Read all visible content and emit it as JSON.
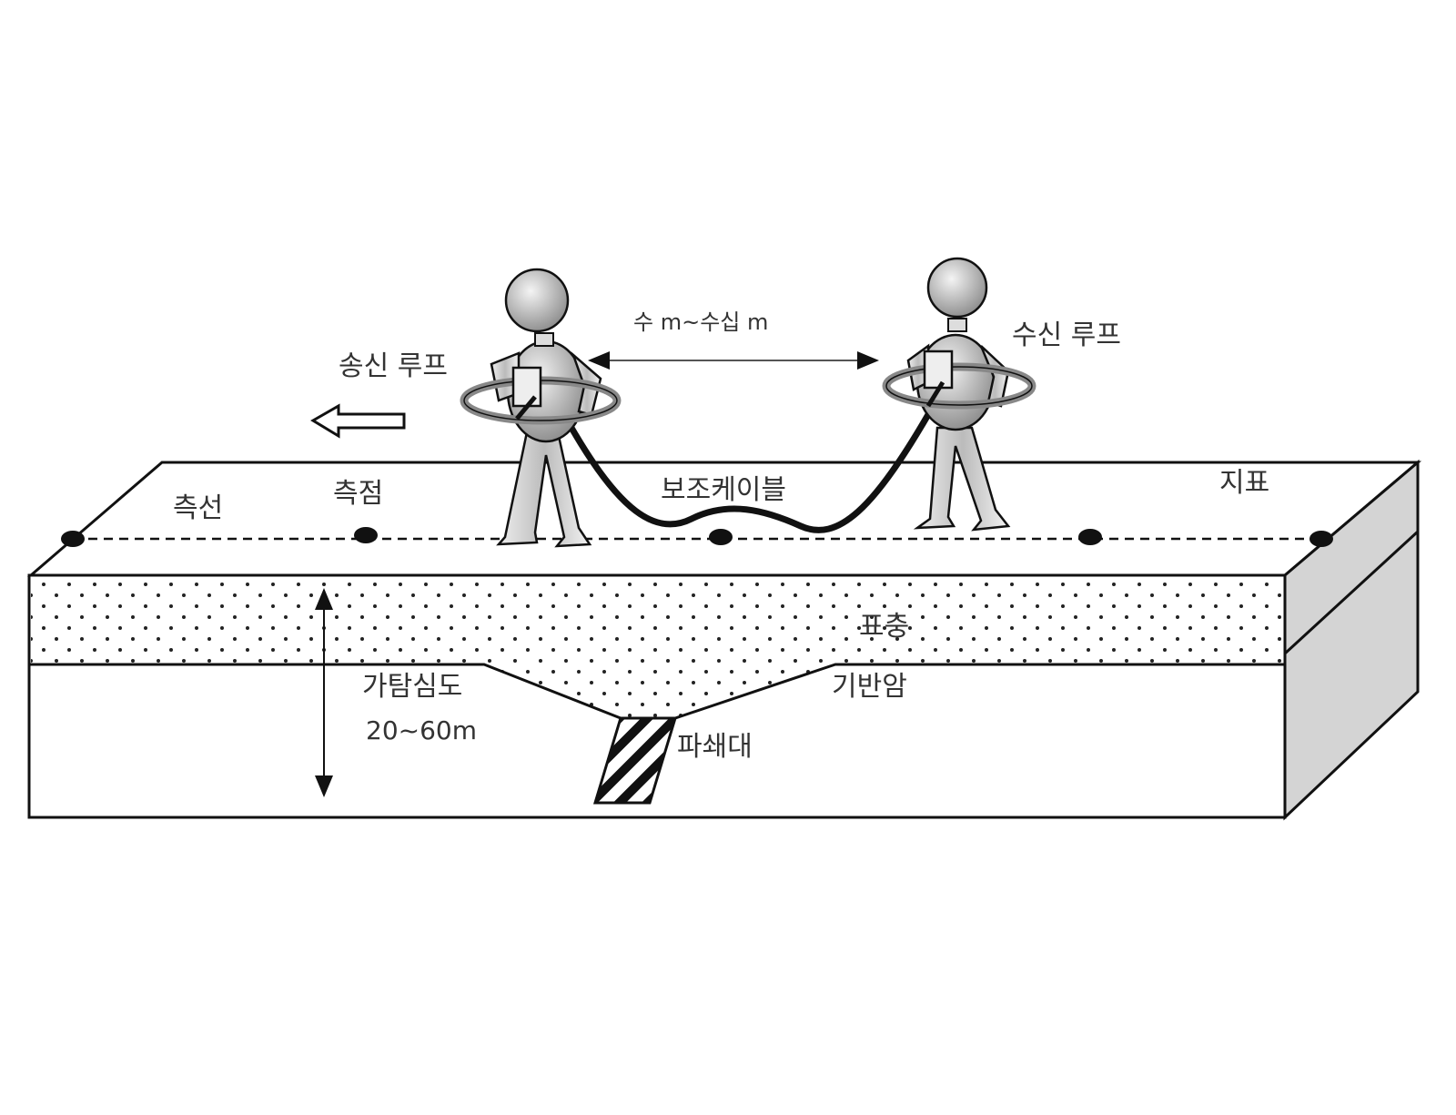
{
  "labels": {
    "transmit_loop": "송신 루프",
    "receive_loop": "수신 루프",
    "spacing": "수 m~수십 m",
    "survey_line": "측선",
    "station": "측점",
    "aux_cable": "보조케이블",
    "ground_surface": "지표",
    "surface_layer": "표충",
    "exploration_depth": "가탐심도",
    "depth_range": "20~60m",
    "bedrock": "기반암",
    "fracture_zone": "파쇄대"
  },
  "colors": {
    "line": "#111111",
    "side_face": "#d4d4d4",
    "figure_body": "#cfcfcf",
    "loop": "#888888"
  }
}
